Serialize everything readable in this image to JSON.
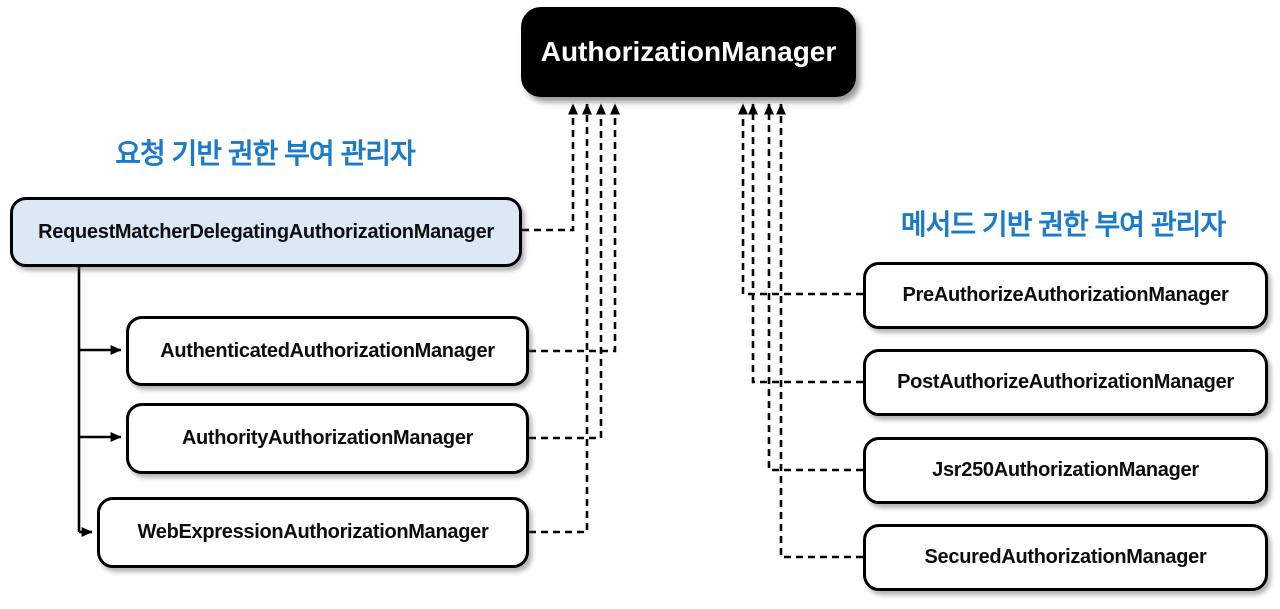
{
  "diagram": {
    "root": {
      "label": "AuthorizationManager"
    },
    "request_group": {
      "heading": "요청 기반 권한 부여 관리자",
      "parent": {
        "label": "RequestMatcherDelegatingAuthorizationManager"
      },
      "children": [
        {
          "label": "AuthenticatedAuthorizationManager"
        },
        {
          "label": "AuthorityAuthorizationManager"
        },
        {
          "label": "WebExpressionAuthorizationManager"
        }
      ]
    },
    "method_group": {
      "heading": "메서드 기반 권한 부여 관리자",
      "children": [
        {
          "label": "PreAuthorizeAuthorizationManager"
        },
        {
          "label": "PostAuthorizeAuthorizationManager"
        },
        {
          "label": "Jsr250AuthorizationManager"
        },
        {
          "label": "SecuredAuthorizationManager"
        }
      ]
    },
    "colors": {
      "heading_accent": "#1b7bc8",
      "root_fill": "#000000",
      "root_text": "#ffffff",
      "highlight_node_fill": "#dbe8f6",
      "node_fill": "#ffffff",
      "node_border": "#000000",
      "connector": "#000000"
    }
  }
}
